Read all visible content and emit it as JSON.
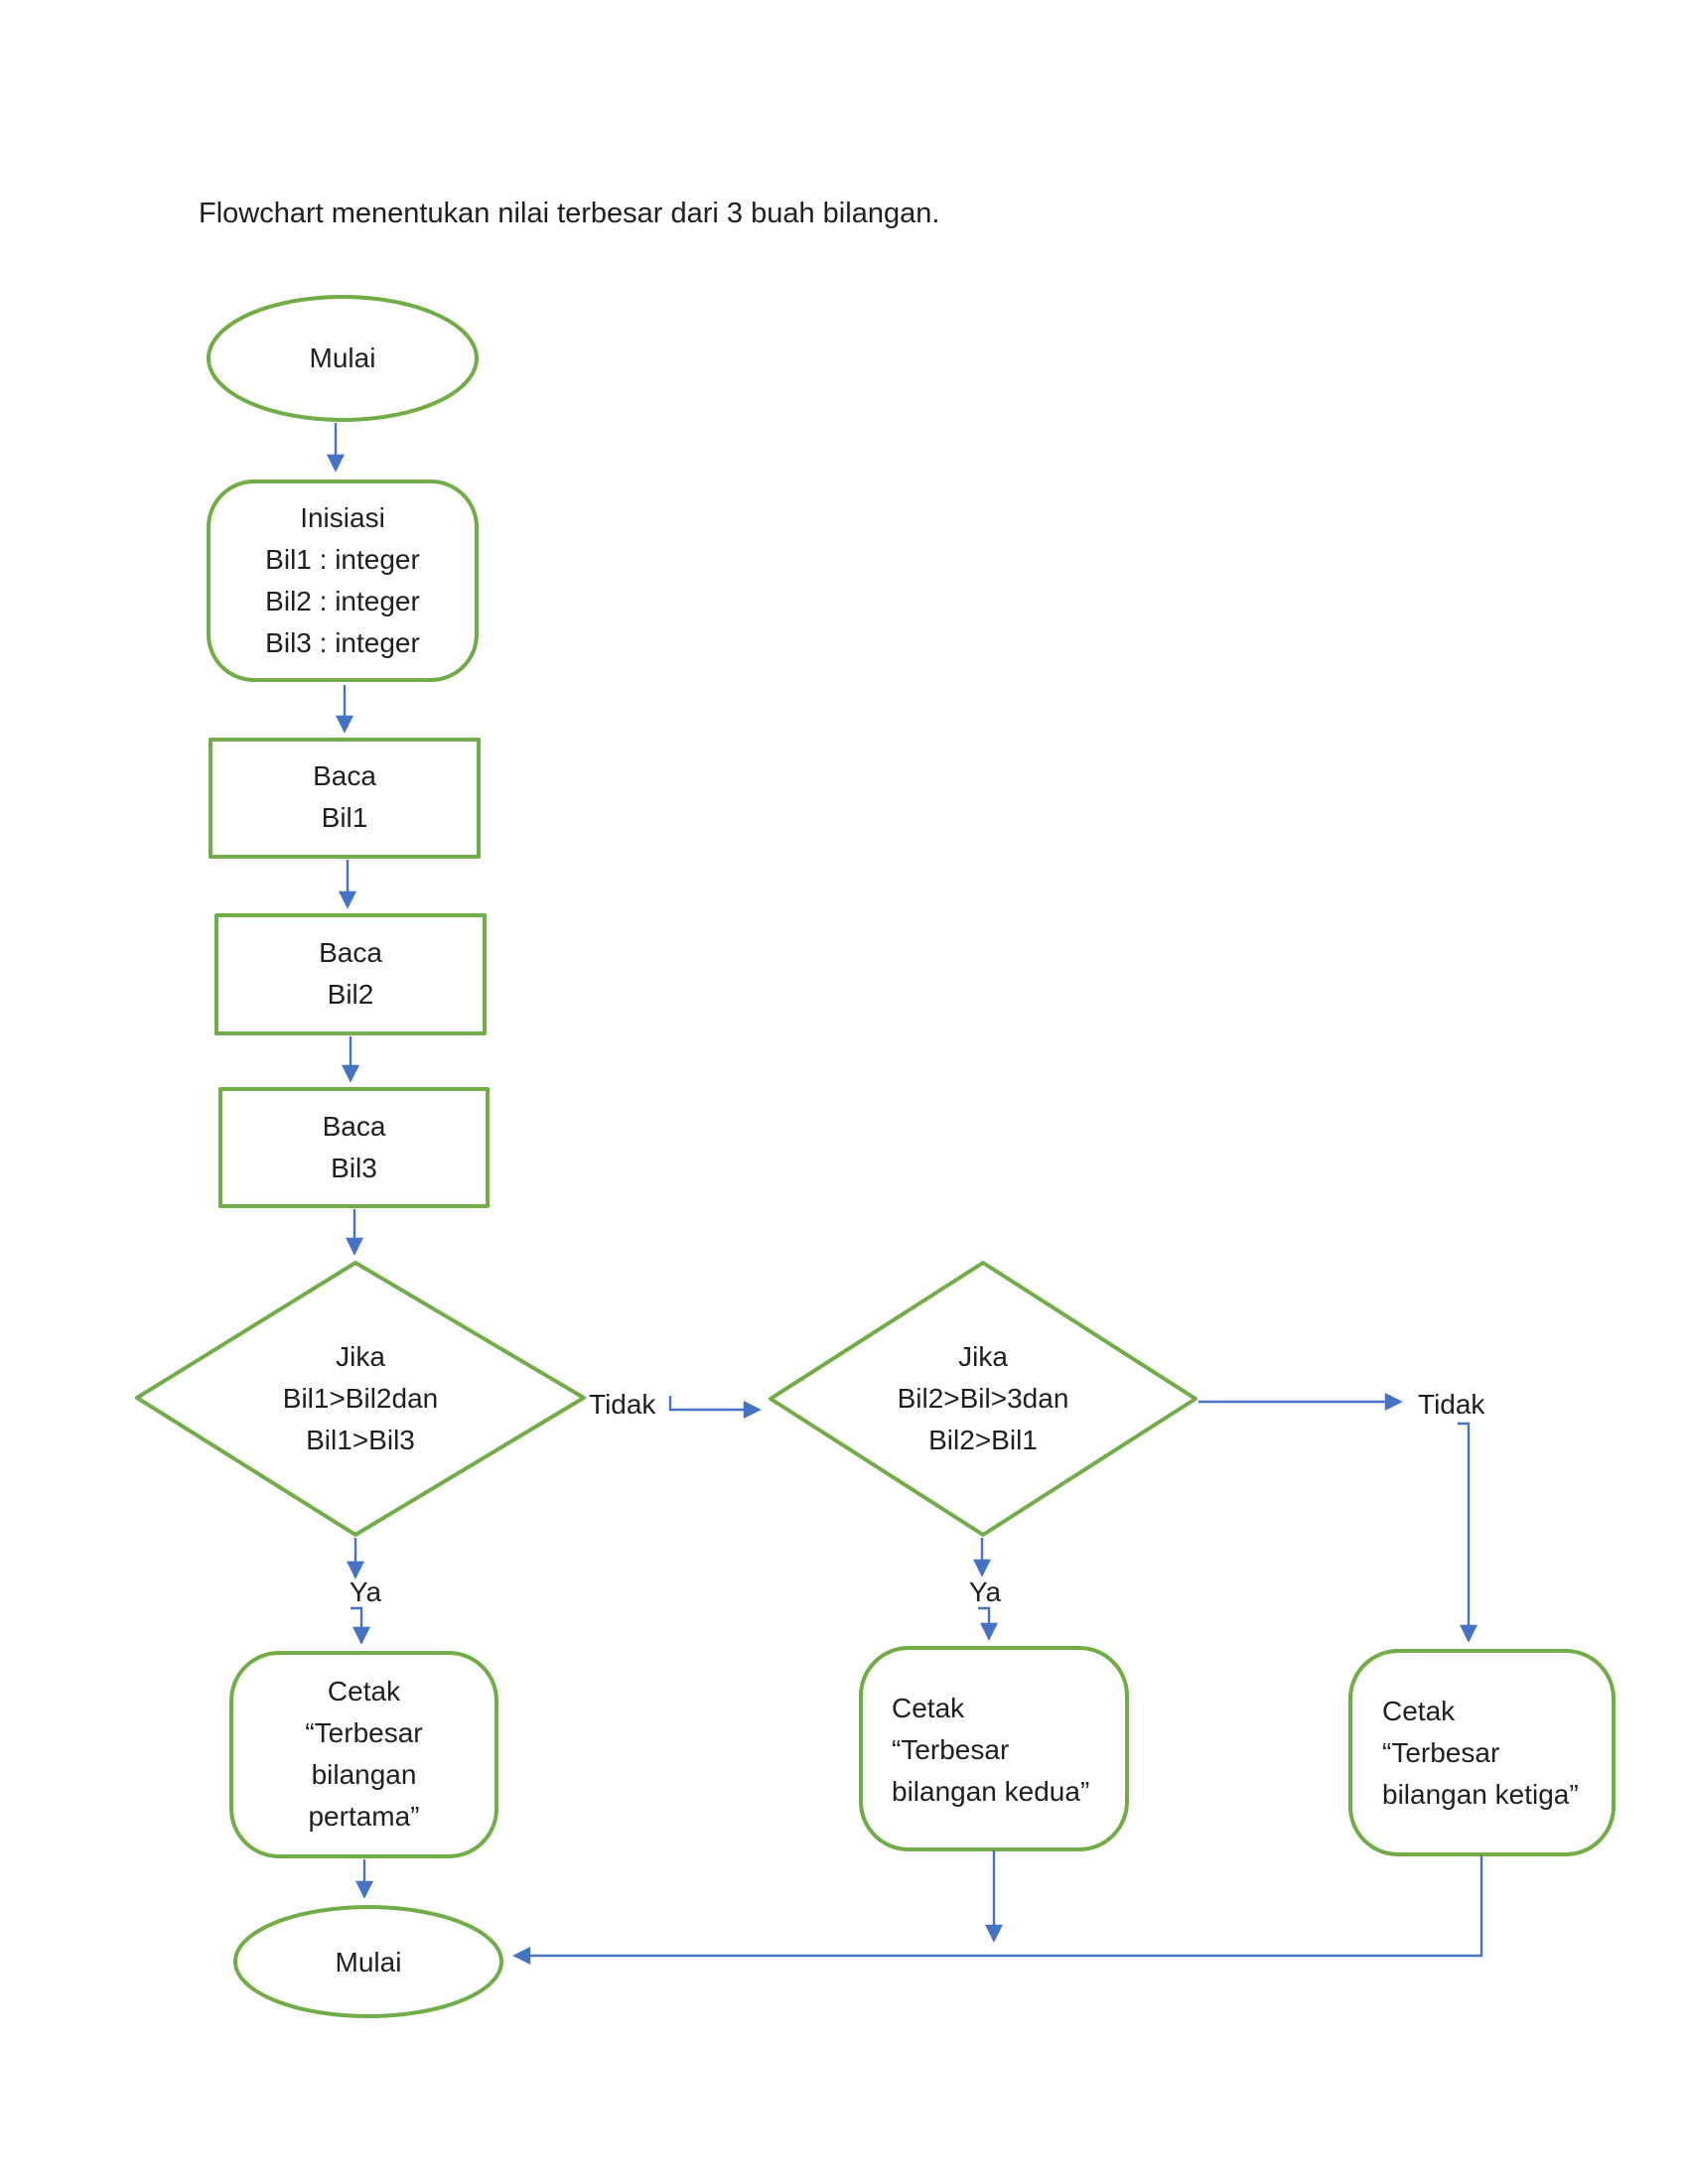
{
  "title": "Flowchart menentukan nilai terbesar dari 3 buah bilangan.",
  "colors": {
    "shape_stroke": "#70AD47",
    "connector": "#4472C4",
    "text": "#1f1f1f",
    "background": "#ffffff"
  },
  "nodes": {
    "start": {
      "type": "terminator",
      "label": "Mulai"
    },
    "init": {
      "type": "process",
      "lines": [
        "Inisiasi",
        "Bil1 : integer",
        "Bil2 : integer",
        "Bil3 : integer"
      ]
    },
    "read1": {
      "type": "process",
      "lines": [
        "Baca",
        "Bil1"
      ]
    },
    "read2": {
      "type": "process",
      "lines": [
        "Baca",
        "Bil2"
      ]
    },
    "read3": {
      "type": "process",
      "lines": [
        "Baca",
        "Bil3"
      ]
    },
    "decision1": {
      "type": "decision",
      "lines": [
        "Jika",
        "Bil1>Bil2dan",
        "Bil1>Bil3"
      ]
    },
    "decision2": {
      "type": "decision",
      "lines": [
        "Jika",
        "Bil2>Bil>3dan",
        "Bil2>Bil1"
      ]
    },
    "print1": {
      "type": "process",
      "lines": [
        "Cetak",
        "“Terbesar",
        "bilangan",
        "pertama”"
      ]
    },
    "print2": {
      "type": "process",
      "lines": [
        "Cetak",
        "“Terbesar",
        "bilangan kedua”"
      ]
    },
    "print3": {
      "type": "process",
      "lines": [
        "Cetak",
        "“Terbesar",
        "bilangan ketiga”"
      ]
    },
    "end": {
      "type": "terminator",
      "label": "Mulai"
    }
  },
  "edges": {
    "decision1_yes": "Ya",
    "decision1_no": "Tidak",
    "decision2_yes": "Ya",
    "decision2_no": "Tidak"
  }
}
